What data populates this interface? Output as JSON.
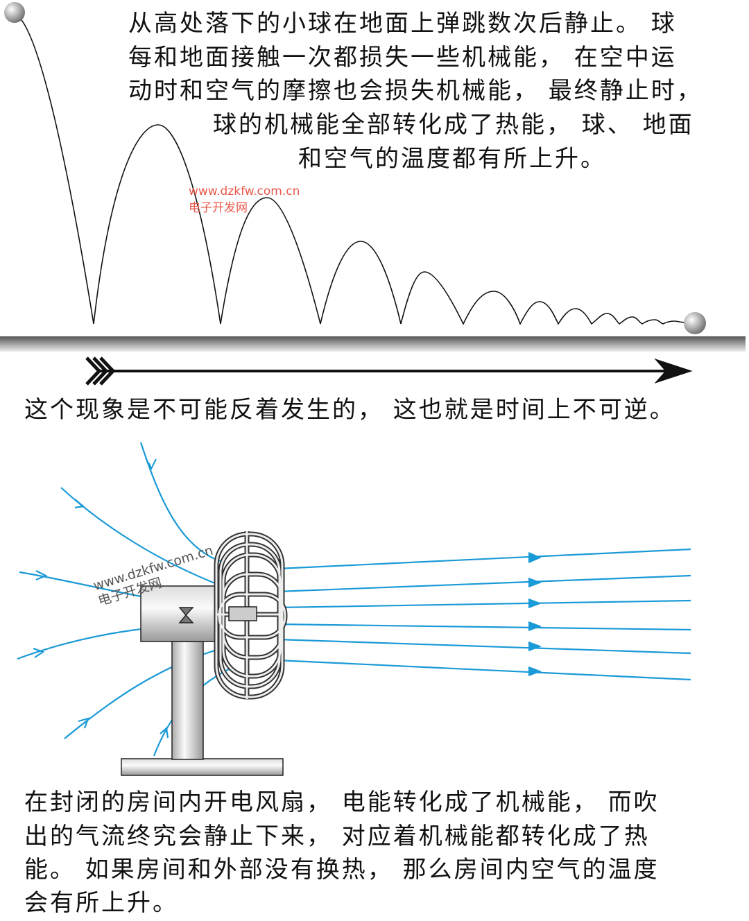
{
  "top_text": [
    "从高处落下的小球在地面上弹跳数次后静止。 球",
    "每和地面接触一次都损失一些机械能， 在空中运",
    "动时和空气的摩擦也会损失机械能， 最终静止时，",
    "球的机械能全部转化成了热能， 球、 地面",
    "和空气的温度都有所上升。"
  ],
  "middle_text": "这个现象是不可能反着发生的， 这也就是时间上不可逆。",
  "bottom_text": [
    "在封闭的房间内开电风扇， 电能转化成了机械能， 而吹",
    "出的气流终究会静止下来， 对应着机械能都转化成了热",
    "能。 如果房间和外部没有换热， 那么房间内空气的温度",
    "会有所上升。"
  ],
  "watermark": {
    "url": "www.dzkfw.com.cn",
    "name": "电子开发网"
  },
  "colors": {
    "airflow": "#1a9ad6",
    "watermark_red": "#e8584a"
  }
}
